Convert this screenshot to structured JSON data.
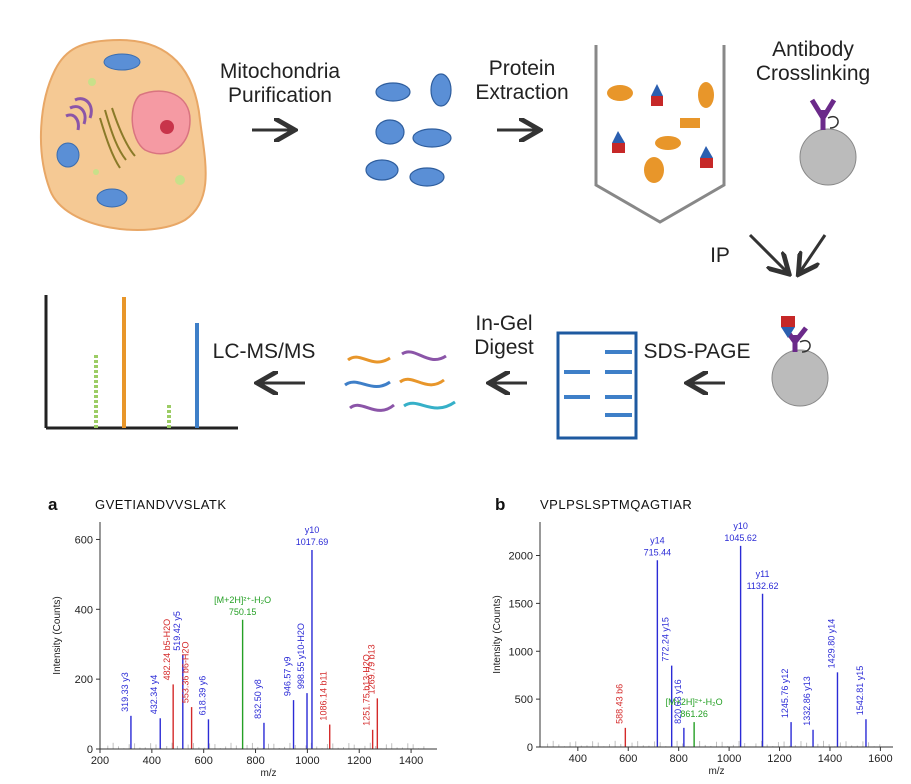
{
  "workflow": {
    "step_mito_line1": "Mitochondria",
    "step_mito_line2": "Purification",
    "step_protein_line1": "Protein",
    "step_protein_line2": "Extraction",
    "step_antibody_line1": "Antibody",
    "step_antibody_line2": "Crosslinking",
    "step_ip": "IP",
    "step_sds": "SDS-PAGE",
    "step_ingel_line1": "In-Gel",
    "step_ingel_line2": "Digest",
    "step_lcms": "LC-MS/MS"
  },
  "chart_data": [
    {
      "type": "bar",
      "panel": "a",
      "title": "GVETIANDVVSLATK",
      "xlabel": "m/z",
      "ylabel": "Intensity (Counts)",
      "xlim": [
        200,
        1500
      ],
      "ylim": [
        0,
        650
      ],
      "xticks": [
        200,
        400,
        600,
        800,
        1000,
        1200,
        1400
      ],
      "yticks": [
        0,
        200,
        400,
        600
      ],
      "series_colors": {
        "y": "#2b2bd6",
        "b": "#d42a2a",
        "precursor": "#25a025",
        "other": "#999999"
      },
      "peaks": [
        {
          "x": 319.33,
          "y": 95,
          "label": "319.33 y3",
          "ion": "y"
        },
        {
          "x": 432.34,
          "y": 88,
          "label": "432.34 y4",
          "ion": "y"
        },
        {
          "x": 482.24,
          "y": 185,
          "label": "482.24 b5-H2O",
          "ion": "b"
        },
        {
          "x": 519.42,
          "y": 270,
          "label": "519.42 y5",
          "ion": "y"
        },
        {
          "x": 553.36,
          "y": 120,
          "label": "553.36 b6-H2O",
          "ion": "b"
        },
        {
          "x": 618.39,
          "y": 85,
          "label": "618.39 y6",
          "ion": "y"
        },
        {
          "x": 750.15,
          "y": 370,
          "label": "[M+2H]²⁺-H₂O 750.15",
          "ion": "precursor"
        },
        {
          "x": 832.5,
          "y": 75,
          "label": "832.50 y8",
          "ion": "y"
        },
        {
          "x": 946.57,
          "y": 140,
          "label": "946.57 y9",
          "ion": "y"
        },
        {
          "x": 998.55,
          "y": 160,
          "label": "998.55 y10-H2O",
          "ion": "y"
        },
        {
          "x": 1017.69,
          "y": 570,
          "label": "1017.69",
          "ion": "y",
          "top_label": "y10"
        },
        {
          "x": 1086.14,
          "y": 70,
          "label": "1086.14 b11",
          "ion": "b"
        },
        {
          "x": 1251.75,
          "y": 55,
          "label": "1251.75 b13-H2O",
          "ion": "b"
        },
        {
          "x": 1269.79,
          "y": 145,
          "label": "1269.79 b13",
          "ion": "b"
        }
      ]
    },
    {
      "type": "bar",
      "panel": "b",
      "title": "VPLPSLSPTMQAGTIAR",
      "xlabel": "m/z",
      "ylabel": "Intensity (Counts)",
      "xlim": [
        250,
        1650
      ],
      "ylim": [
        0,
        2350
      ],
      "xticks": [
        400,
        600,
        800,
        1000,
        1200,
        1400,
        1600
      ],
      "yticks": [
        0,
        500,
        1000,
        1500,
        2000
      ],
      "series_colors": {
        "y": "#2b2bd6",
        "b": "#d42a2a",
        "precursor": "#25a025",
        "other": "#999999"
      },
      "peaks": [
        {
          "x": 588.43,
          "y": 200,
          "label": "588.43 b6",
          "ion": "b"
        },
        {
          "x": 715.44,
          "y": 1950,
          "label": "715.44",
          "ion": "y",
          "top_label": "y14"
        },
        {
          "x": 772.24,
          "y": 850,
          "label": "772.24 y15",
          "ion": "y"
        },
        {
          "x": 820.63,
          "y": 200,
          "label": "820.63 y16",
          "ion": "y"
        },
        {
          "x": 861.26,
          "y": 260,
          "label": "[M+2H]²⁺-H₂O 861.26",
          "ion": "precursor"
        },
        {
          "x": 1045.62,
          "y": 2100,
          "label": "1045.62",
          "ion": "y",
          "top_label": "y10"
        },
        {
          "x": 1132.62,
          "y": 1600,
          "label": "1132.62",
          "ion": "y",
          "top_label": "y11"
        },
        {
          "x": 1245.76,
          "y": 260,
          "label": "1245.76 y12",
          "ion": "y"
        },
        {
          "x": 1332.86,
          "y": 180,
          "label": "1332.86 y13",
          "ion": "y"
        },
        {
          "x": 1429.8,
          "y": 780,
          "label": "1429.80 y14",
          "ion": "y"
        },
        {
          "x": 1542.81,
          "y": 290,
          "label": "1542.81 y15",
          "ion": "y"
        }
      ]
    }
  ]
}
